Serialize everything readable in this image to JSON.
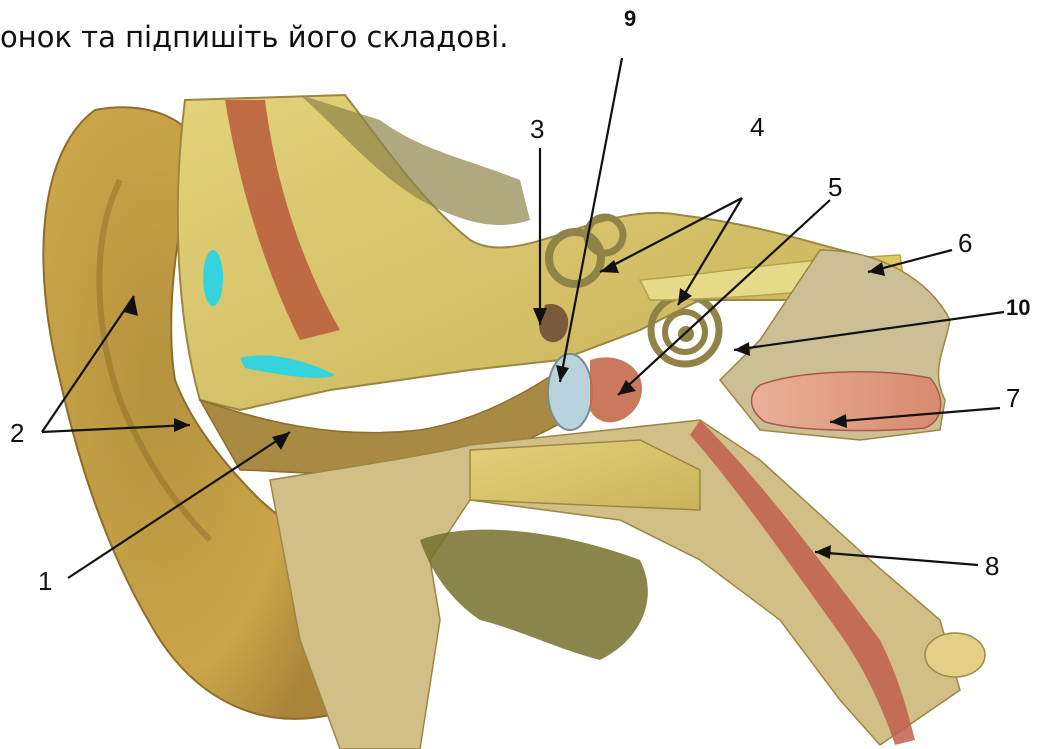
{
  "title": "онок та підпишіть  його складові.",
  "labels": {
    "l1": "1",
    "l2": "2",
    "l3": "3",
    "l4": "4",
    "l5": "5",
    "l6": "6",
    "l7": "7",
    "l8": "8",
    "l9": "9",
    "l10": "10"
  },
  "colors": {
    "skin": "#c9a44a",
    "bone": "#d8c46a",
    "cartilage": "#35d3dc",
    "muscle": "#b95a3c",
    "tube": "#e8a58a",
    "nerve": "#e6d98a"
  }
}
